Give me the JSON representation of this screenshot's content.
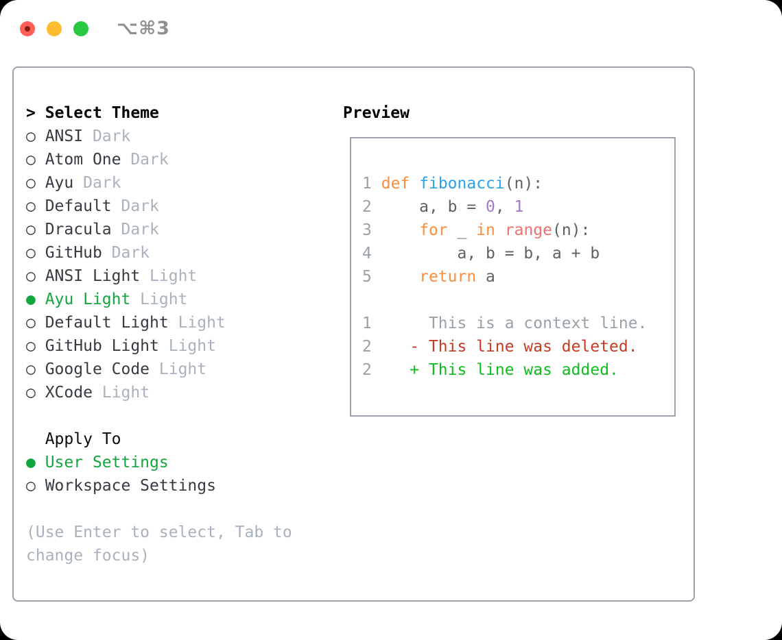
{
  "window": {
    "title": "⌥⌘3"
  },
  "theme_list": {
    "cursor": ">",
    "title": "Select Theme",
    "radio_unselected": "○",
    "radio_selected": "●",
    "items": [
      {
        "name": "ANSI",
        "tag": "Dark",
        "selected": false
      },
      {
        "name": "Atom One",
        "tag": "Dark",
        "selected": false
      },
      {
        "name": "Ayu",
        "tag": "Dark",
        "selected": false
      },
      {
        "name": "Default",
        "tag": "Dark",
        "selected": false
      },
      {
        "name": "Dracula",
        "tag": "Dark",
        "selected": false
      },
      {
        "name": "GitHub",
        "tag": "Dark",
        "selected": false
      },
      {
        "name": "ANSI Light",
        "tag": "Light",
        "selected": false
      },
      {
        "name": "Ayu Light",
        "tag": "Light",
        "selected": true
      },
      {
        "name": "Default Light",
        "tag": "Light",
        "selected": false
      },
      {
        "name": "GitHub Light",
        "tag": "Light",
        "selected": false
      },
      {
        "name": "Google Code",
        "tag": "Light",
        "selected": false
      },
      {
        "name": "XCode",
        "tag": "Light",
        "selected": false
      }
    ]
  },
  "apply_to": {
    "title": "Apply To",
    "options": [
      {
        "label": "User Settings",
        "selected": true
      },
      {
        "label": "Workspace Settings",
        "selected": false
      }
    ]
  },
  "hint_lines": [
    "(Use Enter to select, Tab to",
    "change focus)"
  ],
  "preview": {
    "title": "Preview",
    "code_lines": [
      {
        "no": "1",
        "segs": [
          [
            " ",
            ""
          ],
          [
            "def",
            "kw"
          ],
          [
            " ",
            ""
          ],
          [
            "fibonacci",
            "fn"
          ],
          [
            "(n):",
            ""
          ]
        ]
      },
      {
        "no": "2",
        "segs": [
          [
            "     a, b = ",
            ""
          ],
          [
            "0",
            "num"
          ],
          [
            ", ",
            ""
          ],
          [
            "1",
            "num"
          ]
        ]
      },
      {
        "no": "3",
        "segs": [
          [
            "     ",
            ""
          ],
          [
            "for",
            "kw"
          ],
          [
            " _ ",
            ""
          ],
          [
            "in",
            "kw"
          ],
          [
            " ",
            ""
          ],
          [
            "range",
            "call"
          ],
          [
            "(n):",
            ""
          ]
        ]
      },
      {
        "no": "4",
        "segs": [
          [
            "         a, b = b, a + b",
            ""
          ]
        ]
      },
      {
        "no": "5",
        "segs": [
          [
            "     ",
            ""
          ],
          [
            "return",
            "kw"
          ],
          [
            " a",
            ""
          ]
        ]
      },
      {
        "no": "",
        "segs": []
      },
      {
        "no": "1",
        "segs": [
          [
            "      This is a context line.",
            "ctx"
          ]
        ]
      },
      {
        "no": "2",
        "segs": [
          [
            "    - This line was deleted.",
            "del"
          ]
        ]
      },
      {
        "no": "2",
        "segs": [
          [
            "    + This line was added.",
            "add"
          ]
        ]
      }
    ]
  },
  "colors": {
    "accent-green": "#13a53e",
    "text-dark": "#363b41",
    "text-muted": "#a9b2bc",
    "panel-border": "#9aa0ac",
    "code-fg": "#5c6166",
    "code-orange": "#fa8d3e",
    "code-blue": "#2ba1e8",
    "code-purple": "#a37acc",
    "code-coral": "#f07171",
    "line-number": "#98a1a8",
    "diff-red": "#c53b22",
    "diff-green": "#10bb20",
    "traffic-red": "#ff5f57",
    "traffic-yellow": "#febc2e",
    "traffic-green": "#28c840",
    "title-gray": "#8f9094"
  }
}
